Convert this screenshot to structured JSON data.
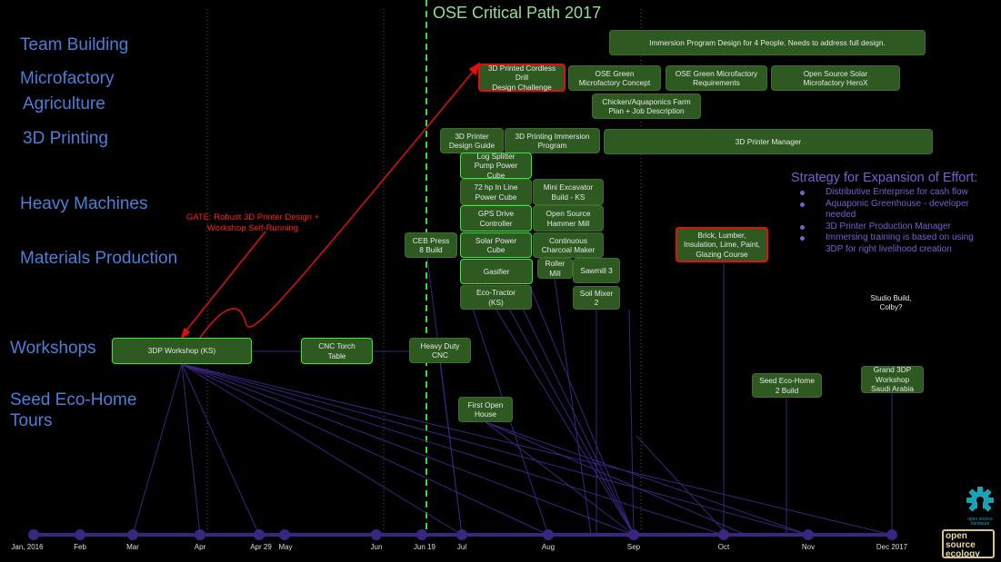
{
  "title": "OSE Critical Path 2017",
  "colors": {
    "category": "#4b7fd8",
    "box_fill": "#2e5a22",
    "highlight_border": "#33ee33",
    "gate_red": "#e01010",
    "timeline": "#3a2580",
    "strategy": "#7a5ed0"
  },
  "categories": [
    "Team Building",
    "Microfactory",
    "Agriculture",
    "3D Printing",
    "Heavy Machines",
    "Materials Production",
    "Workshops",
    "Seed Eco-Home\nTours"
  ],
  "boxes": {
    "immersion_design": "Immersion Program Design for 4 People. Needs to address full design.",
    "cordless_drill": "3D Printed Cordless\nDrill\nDesign Challenge",
    "microfactory_concept": "OSE Green\nMicrofactory Concept",
    "microfactory_requirements": "OSE Green Microfactory\nRequirements",
    "solar_herox": "Open Source Solar\nMicrofactory  HeroX",
    "chicken_aquaponics": "Chicken/Aquaponics Farm\nPlan + Job Description",
    "printer_design_guide": "3D Printer\nDesign Guide",
    "printing_immersion": "3D Printing Immersion\nProgram",
    "printer_manager": "3D Printer Manager",
    "log_splitter": "Log Splitter\nPump Power\nCube",
    "power_cube_72hp": "72 hp In Line\nPower Cube",
    "mini_excavator": "Mini Excavator\nBuild - KS",
    "gps_drive": "GPS Drive\nController",
    "hammer_mill": "Open Source\nHammer Mill",
    "ceb_press": "CEB Press\n8 Build",
    "solar_power_cube": "Solar Power\nCube",
    "charcoal_maker": "Continuous\nCharcoal Maker",
    "gasifier": "Gasifier",
    "eco_tractor": "Eco-Tractor\n(KS)",
    "roller_mill": "Roller\nMill",
    "sawmill": "Sawmill 3",
    "soil_mixer": "Soil Mixer\n2",
    "brick_course": "Brick, Lumber,\nInsulation, Lime, Paint,\nGlazing Course",
    "workshop_3dp": "3DP Workshop (KS)",
    "cnc_torch": "CNC Torch\nTable",
    "heavy_cnc": "Heavy Duty\nCNC",
    "open_house": "First Open\nHouse",
    "eco_home_2": "Seed Eco-Home\n2 Build",
    "grand_workshop": "Grand 3DP\nWorkshop\nSaudi Arabia"
  },
  "studio_note": "Studio Build,\nColby?",
  "gate_note": "GATE: Robust 3D Printer Design +\nWorkshop Self-Running",
  "strategy": {
    "heading": "Strategy for Expansion of Effort:",
    "items": [
      "Distributive Enterprise for cash flow",
      "Aquaponic Greenhouse - developer needed",
      "3D Printer Production Manager",
      "Immersing training is based on using 3DP for right livelihood creation"
    ]
  },
  "timeline": [
    "Jan, 2016",
    "Feb",
    "Mar",
    "Apr",
    "Apr 29",
    "May",
    "Jun",
    "Jun 19",
    "Jul",
    "Aug",
    "Sep",
    "Oct",
    "Nov",
    "Dec 2017"
  ],
  "logos": {
    "osh": "open source\nhardware",
    "ose": "open source ecology"
  }
}
